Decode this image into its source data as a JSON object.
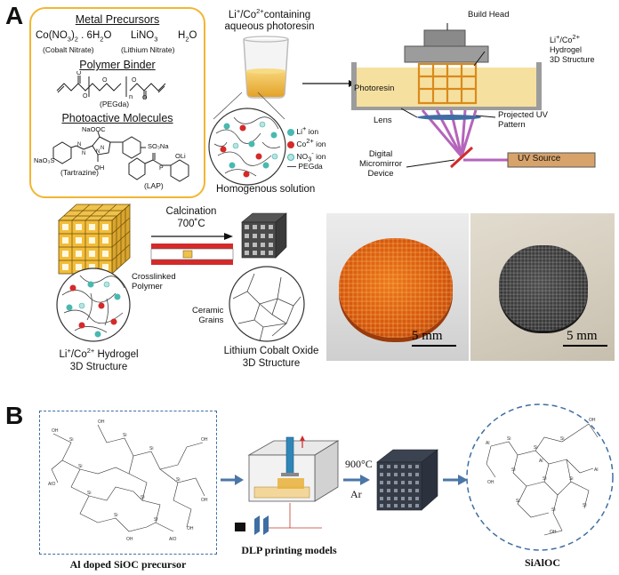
{
  "panel_a": {
    "letter": "A",
    "precursor_box": {
      "metal_title": "Metal Precursors",
      "formula_co_main": "Co(NO",
      "formula_co_sub1": "3",
      "formula_co_mid": ")",
      "formula_co_sub2": "2",
      "formula_co_rest": " . 6H",
      "formula_co_sub3": "2",
      "formula_co_end": "O",
      "formula_li": "LiNO",
      "formula_li_sub": "3",
      "formula_h2o": "H",
      "formula_h2o_sub": "2",
      "formula_h2o_end": "O",
      "label_co": "(Cobalt Nitrate)",
      "label_li": "(Lithium Nitrate)",
      "binder_title": "Polymer Binder",
      "pegda_label": "(PEGda)",
      "photo_title": "Photoactive Molecules",
      "tartrazine_label": "(Tartrazine)",
      "lap_label": "(LAP)",
      "naooc": "NaOOC",
      "so3na_right": "SO",
      "so3na_left": "NaO",
      "oh": "OH",
      "oli": "OLi",
      "n_sub": "n"
    },
    "resin": {
      "title_line1": "Li",
      "title_sup1": "+",
      "title_mid": "/Co",
      "title_sup2": "2+",
      "title_rest": "containing",
      "title_line2": "aqueous photoresin",
      "legend_li": "Li",
      "legend_li_sup": "+",
      "legend_li_rest": " ion",
      "legend_co": "Co",
      "legend_co_sup": "2+",
      "legend_co_rest": " ion",
      "legend_no3": "NO",
      "legend_no3_sub": "3",
      "legend_no3_sup": "-",
      "legend_no3_rest": " ion",
      "legend_pegda": "PEGda",
      "caption": "Homogenous solution"
    },
    "printer": {
      "build_head": "Build Head",
      "hydrogel_l1": "Li",
      "hydrogel_sup1": "+",
      "hydrogel_mid": "/Co",
      "hydrogel_sup2": "2+",
      "hydrogel_l2": "Hydrogel",
      "hydrogel_l3": "3D Structure",
      "photoresin": "Photoresin",
      "lens": "Lens",
      "projected_l1": "Projected UV",
      "projected_l2": "Pattern",
      "dmd_l1": "Digital",
      "dmd_l2": "Micromirror",
      "dmd_l3": "Device",
      "uv_source": "UV Source"
    },
    "calcination": {
      "title": "Calcination",
      "temp": "700˚C"
    },
    "hydrogel_caption_l1": "Li",
    "hydrogel_caption_sup1": "+",
    "hydrogel_caption_mid": "/Co",
    "hydrogel_caption_sup2": "2+",
    "hydrogel_caption_rest": " Hydrogel",
    "hydrogel_caption_l2": "3D Structure",
    "crosslinked_l1": "Crosslinked",
    "crosslinked_l2": "Polymer",
    "ceramic_l1": "Ceramic",
    "ceramic_l2": "Grains",
    "lco_caption_l1": "Lithium Cobalt Oxide",
    "lco_caption_l2": "3D Structure",
    "photo_left_scale": "5 mm",
    "photo_right_scale": "5 mm"
  },
  "panel_b": {
    "letter": "B",
    "precursor_caption": "Al doped SiOC precursor",
    "printing_caption": "DLP printing models",
    "temp": "900°C",
    "atmosphere": "Ar",
    "product_caption": "SiAlOC"
  },
  "colors": {
    "precursor_border": "#f2b632",
    "resin_yellow": "#f4d77a",
    "orange": "#e7a43a",
    "uv_purple": "#b15db8",
    "uv_source_fill": "#d7a36b",
    "dashed_blue": "#3f6ea3",
    "arrow_blue": "#4a76a8",
    "co_red": "#d42a2a",
    "li_teal": "#49b9b0"
  }
}
